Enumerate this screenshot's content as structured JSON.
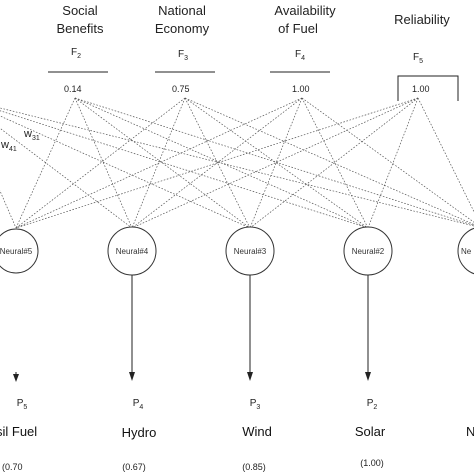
{
  "criteria": [
    {
      "name_lines": [
        "Social",
        "Benefits"
      ],
      "symbol": "F",
      "sub": "2",
      "value": "0.14"
    },
    {
      "name_lines": [
        "National",
        "Economy"
      ],
      "symbol": "F",
      "sub": "3",
      "value": "0.75"
    },
    {
      "name_lines": [
        "Availability",
        "of Fuel"
      ],
      "symbol": "F",
      "sub": "4",
      "value": "1.00"
    },
    {
      "name_lines": [
        "Reliability"
      ],
      "symbol": "F",
      "sub": "5",
      "value": "1.00"
    }
  ],
  "weights": [
    {
      "symbol": "w",
      "sub": "41"
    },
    {
      "symbol": "w",
      "sub": "31"
    }
  ],
  "neurons": [
    {
      "label": "Neural#5"
    },
    {
      "label": "Neural#4"
    },
    {
      "label": "Neural#3"
    },
    {
      "label": "Neural#2"
    },
    {
      "label": "Ne"
    }
  ],
  "outputs": [
    {
      "symbol": "P",
      "sub": "5",
      "name": "sil Fuel",
      "value": "(0.70"
    },
    {
      "symbol": "P",
      "sub": "4",
      "name": "Hydro",
      "value": "(0.67)"
    },
    {
      "symbol": "P",
      "sub": "3",
      "name": "Wind",
      "value": "(0.85)"
    },
    {
      "symbol": "P",
      "sub": "2",
      "name": "Solar",
      "value": "(1.00)"
    },
    {
      "symbol": "",
      "sub": "",
      "name": "N",
      "value": ""
    }
  ]
}
